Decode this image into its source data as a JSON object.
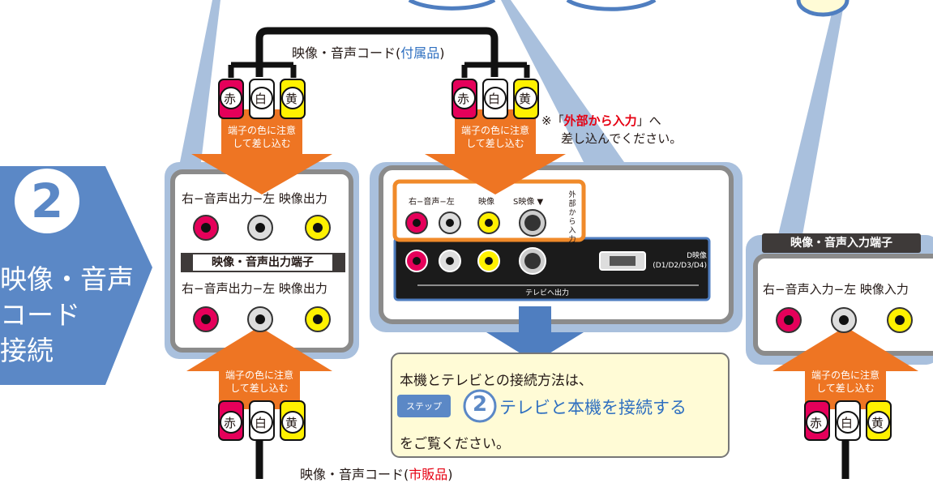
{
  "step": {
    "number": "2",
    "title_line1": "映像・音声",
    "title_line2": "コード",
    "title_line3": "接続"
  },
  "cable_top": {
    "prefix": "映像・音声コード(",
    "highlight": "付属品",
    "suffix": ")"
  },
  "cable_bottom": {
    "prefix": "映像・音声コード(",
    "highlight": "市販品",
    "suffix": ")"
  },
  "plug_colors": {
    "red": "赤",
    "white": "白",
    "yellow": "黄"
  },
  "insert_note_line1": "端子の色に注意",
  "insert_note_line2": "して差し込む",
  "note": {
    "mark": "※「",
    "highlight": "外部から入力",
    "after": "」へ",
    "line2": "差し込んでください。"
  },
  "left_device": {
    "top_row_label": "右−音声出力−左 映像出力",
    "title": "映像・音声出力端子",
    "bottom_row_label": "右−音声出力−左 映像出力"
  },
  "panel": {
    "top_labels": {
      "audio": "右−音声−左",
      "video": "映像",
      "svideo": "S映像 ▼"
    },
    "external_input": "外部から入力",
    "d_video_label": "D映像",
    "d_video_sub": "(D1/D2/D3/D4)",
    "tv_out": "テレビへ出力"
  },
  "right_device": {
    "title": "映像・音声入力端子",
    "row_label": "右−音声入力−左 映像入力"
  },
  "info_box": {
    "line1": "本機とテレビとの接続方法は、",
    "step_badge": "ステップ",
    "step_number": "2",
    "step_title": "テレビと本機を接続する",
    "line3": "をご覧ください。"
  },
  "colors": {
    "blue_frame": "#a9c0dd",
    "blue_arrow": "#4f7ec0",
    "step_blue": "#5b88c6",
    "orange": "#ee7523",
    "red_plug": "#e5005a",
    "yellow_plug": "#fff100",
    "info_bg": "#fffbd6",
    "highlight_red": "#e60012",
    "highlight_blue": "#2e6fc0"
  }
}
